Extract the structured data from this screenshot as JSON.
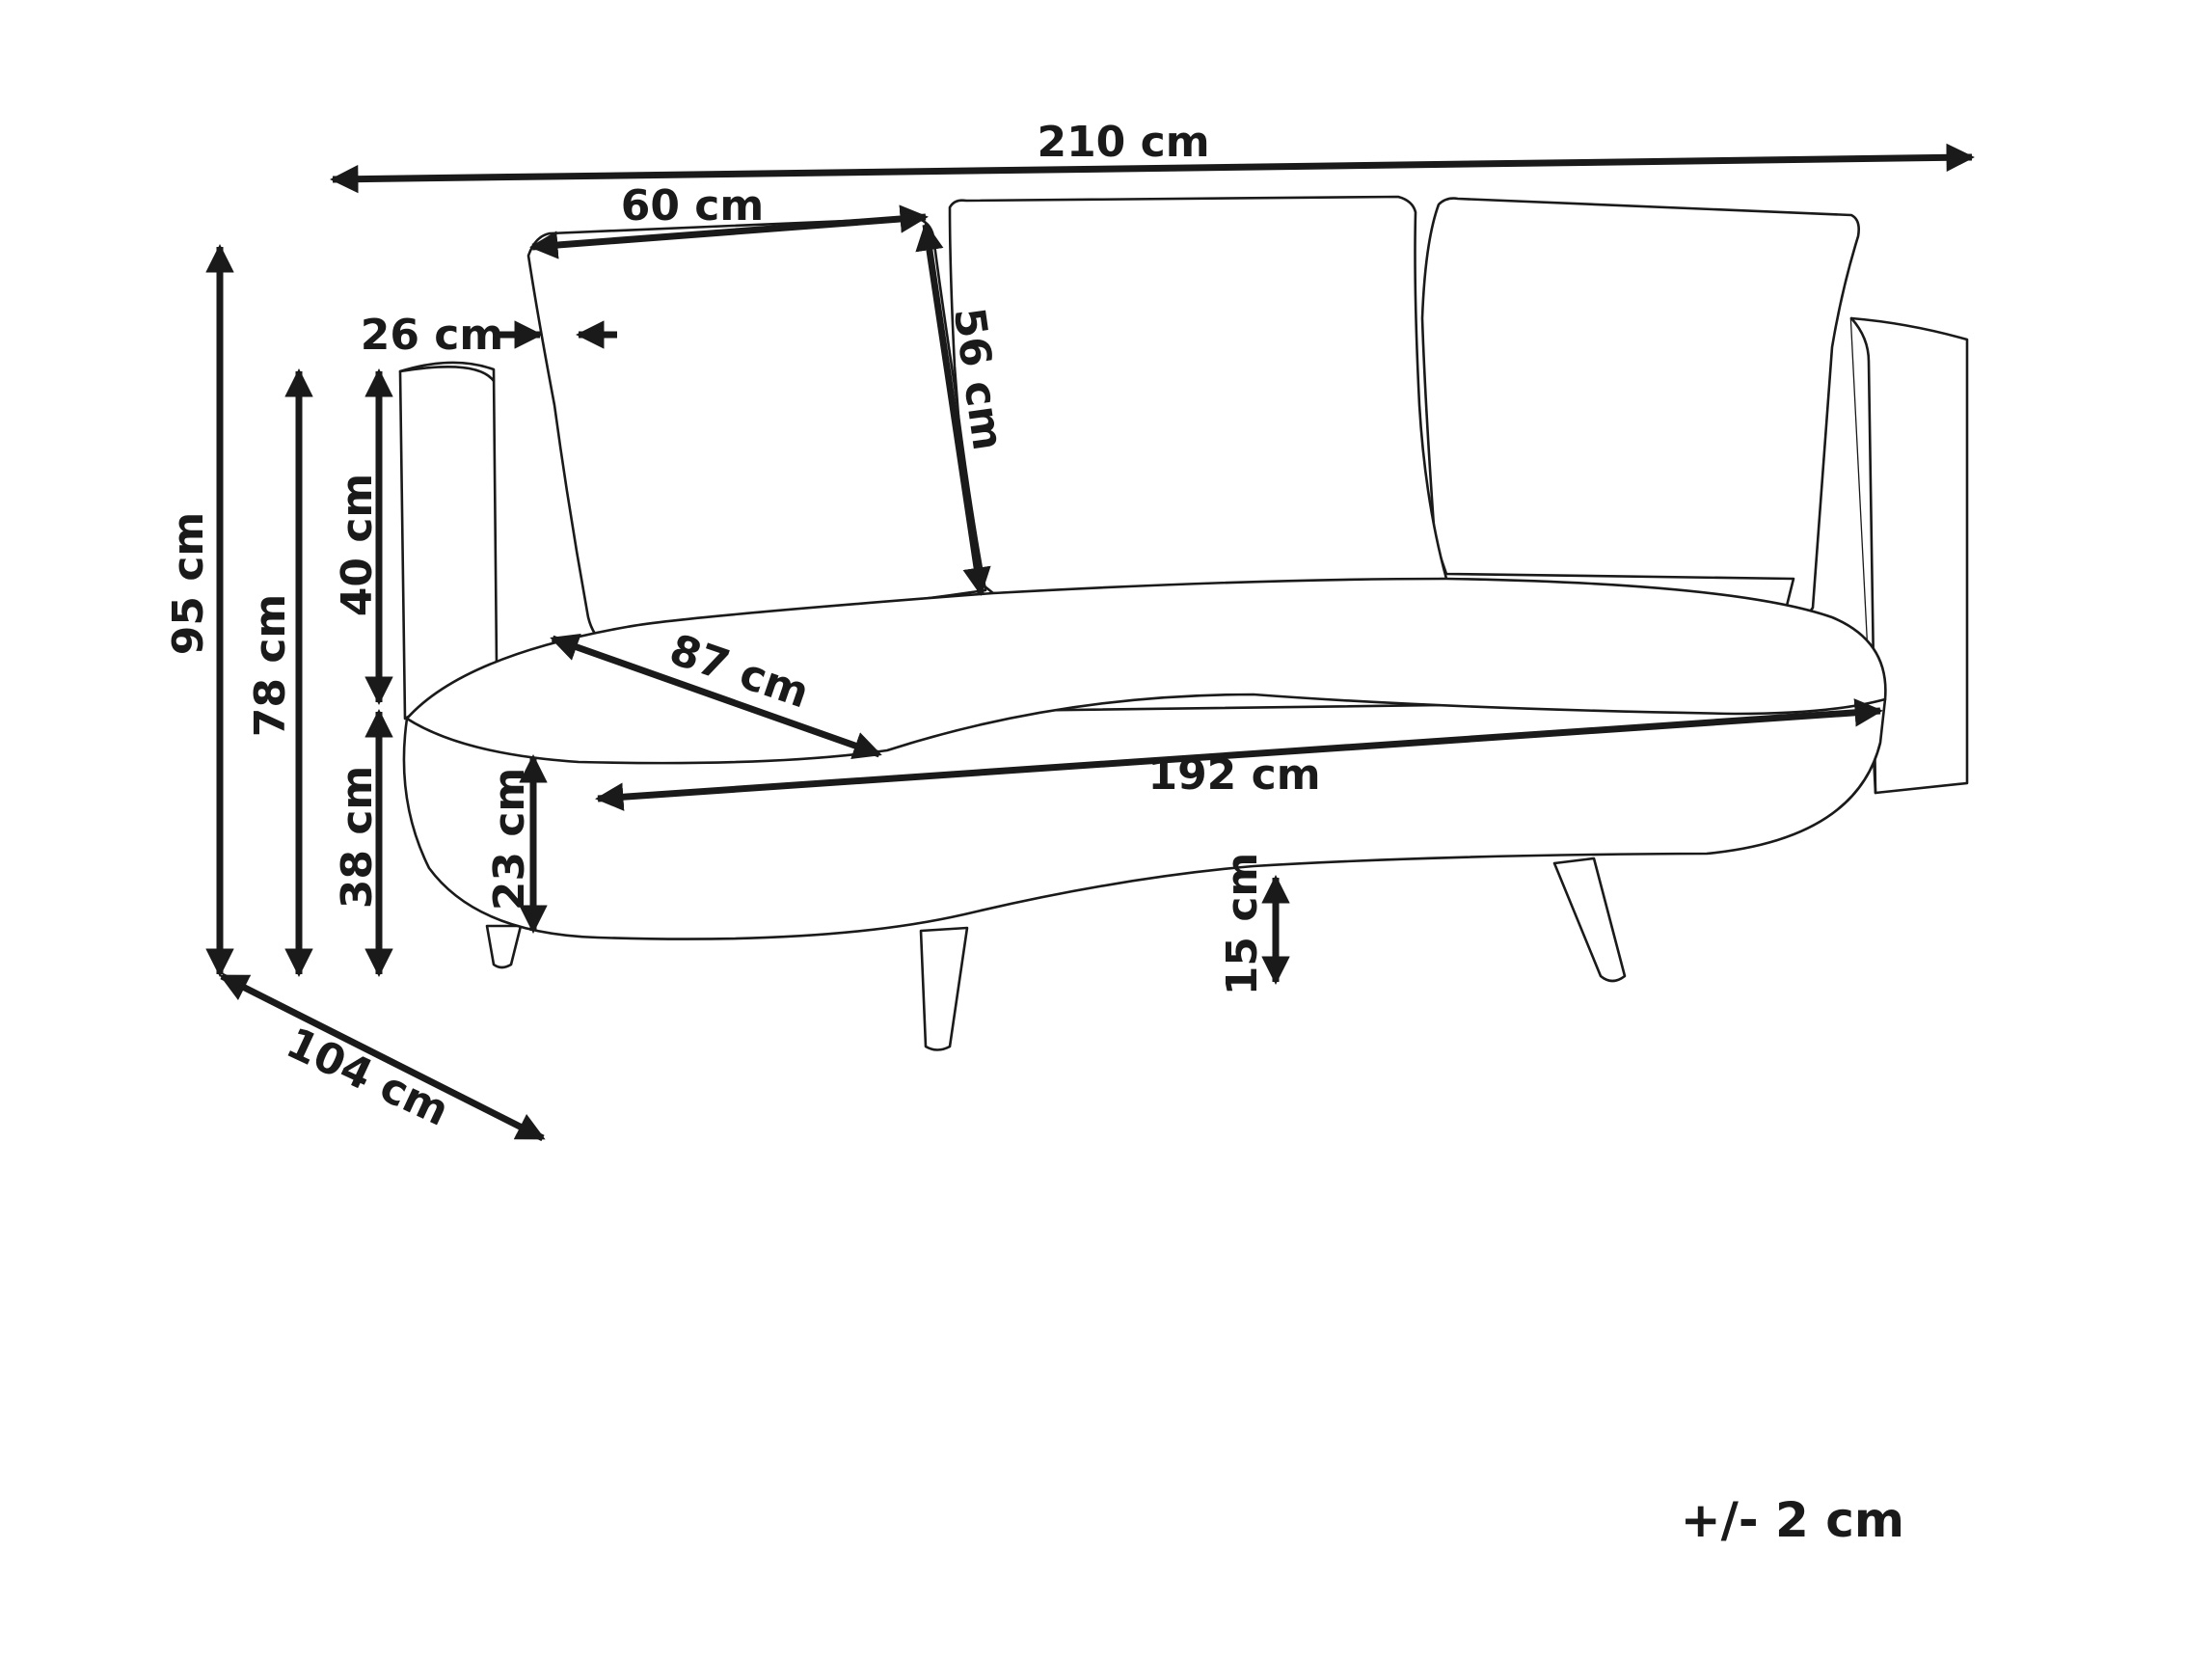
{
  "dimensions": {
    "total_width": "210 cm",
    "cushion_width": "60 cm",
    "cushion_height": "56 cm",
    "armrest_offset": "26 cm",
    "total_height": "95 cm",
    "arm_height": "78 cm",
    "back_height": "40 cm",
    "seat_height": "38 cm",
    "seat_thickness": "23 cm",
    "leg_height": "15 cm",
    "seat_depth": "87 cm",
    "seat_width": "192 cm",
    "total_depth": "104 cm"
  },
  "tolerance": "+/- 2 cm",
  "colors": {
    "line": "#1a1a1a",
    "background": "#ffffff"
  }
}
